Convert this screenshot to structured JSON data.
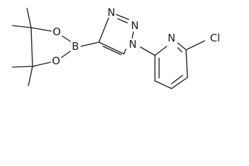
{
  "structure": {
    "atom_labels": {
      "boron": "B",
      "oxygen_upper": "O",
      "oxygen_lower": "O",
      "triazole_n1": "N",
      "triazole_n2": "N",
      "triazole_n3": "N",
      "pyridine_n": "N",
      "chlorine": "Cl"
    }
  }
}
